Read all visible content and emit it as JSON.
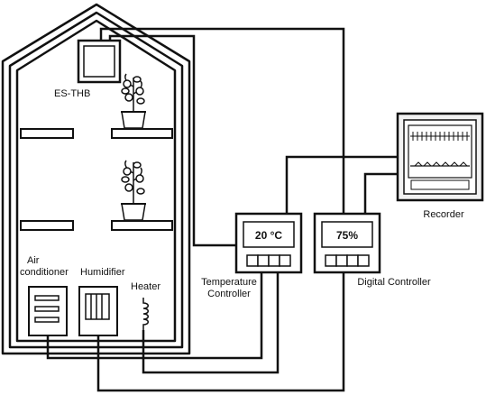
{
  "labels": {
    "sensor": "ES-THB",
    "recorder": "Recorder",
    "air_conditioner_line1": "Air",
    "air_conditioner_line2": "conditioner",
    "humidifier": "Humidifier",
    "heater": "Heater",
    "temp_controller_line1": "Temperature",
    "temp_controller_line2": "Controller",
    "digital_controller": "Digital Controller"
  },
  "displays": {
    "temperature": "20 °C",
    "humidity": "75%"
  },
  "colors": {
    "line": "#111111",
    "background": "#ffffff",
    "panel_fill": "#f2f2f2"
  },
  "icons": [
    "greenhouse-outline-icon",
    "plant-pot-icon",
    "sensor-box-icon",
    "recorder-icon",
    "heater-coil-icon"
  ]
}
